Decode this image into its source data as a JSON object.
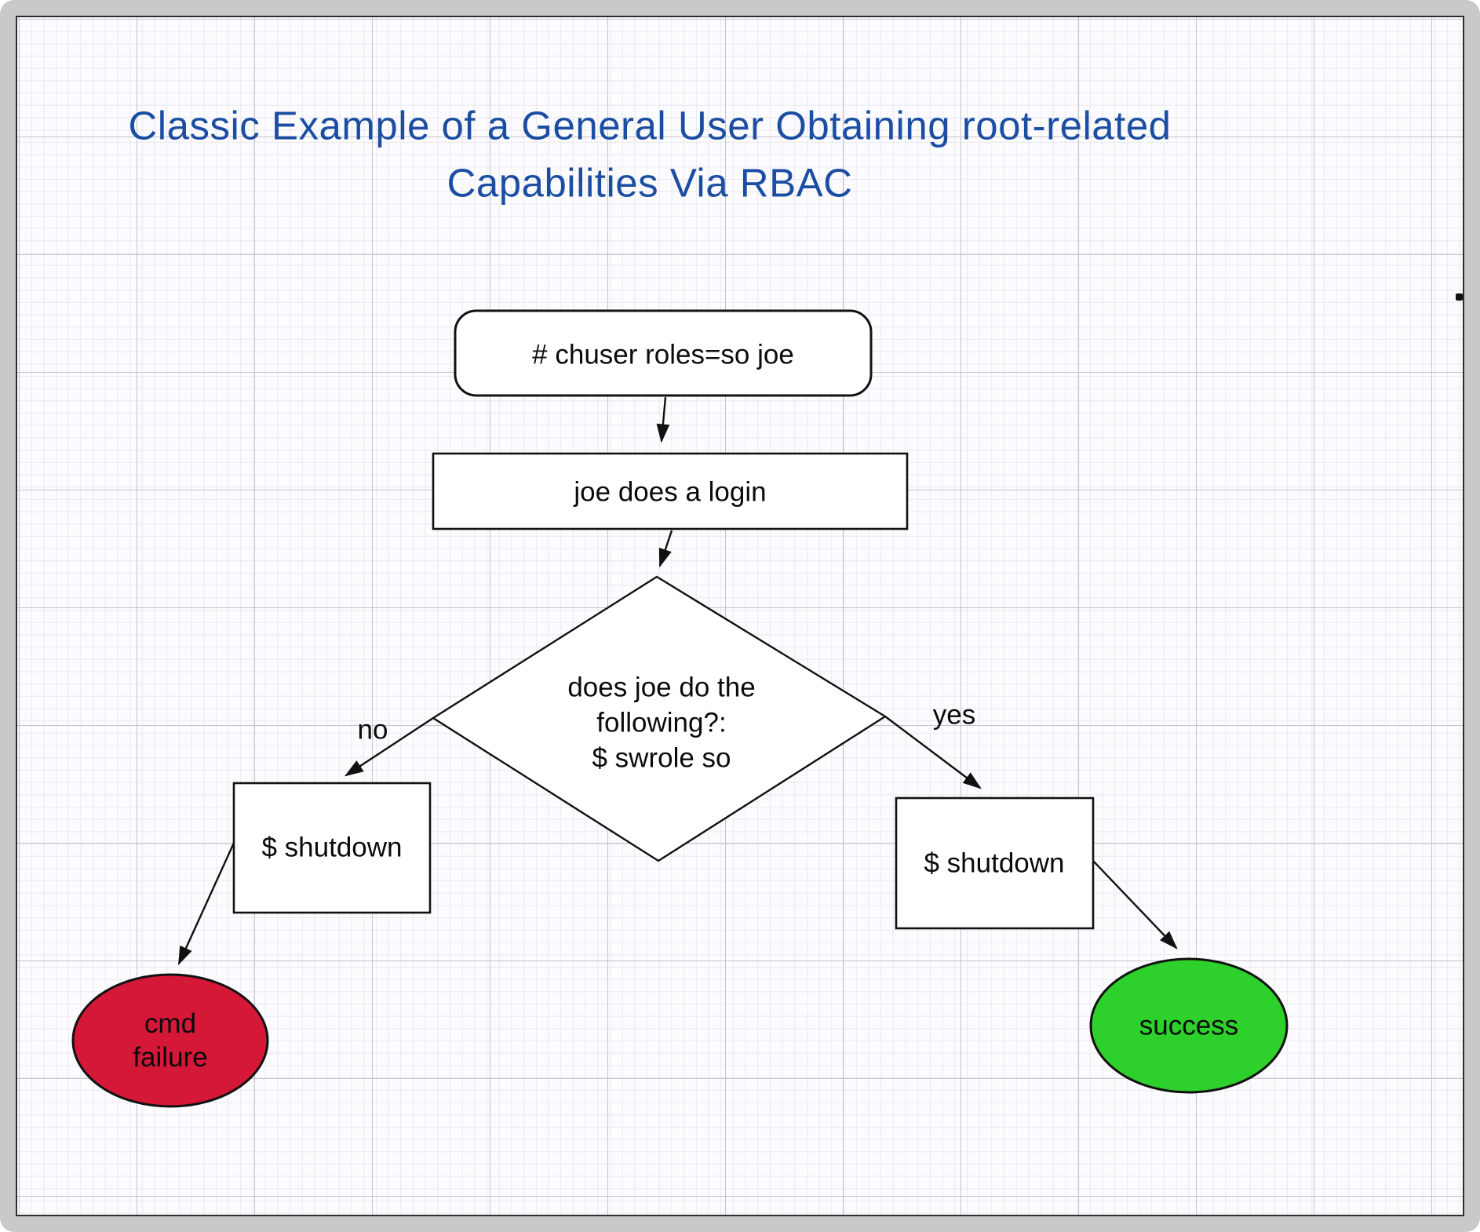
{
  "title": {
    "line1": "Classic Example of a General User Obtaining root-related",
    "line2": "Capabilities Via RBAC"
  },
  "nodes": {
    "start": {
      "type": "terminator",
      "label": "# chuser roles=so joe"
    },
    "login": {
      "type": "process",
      "label": "joe does a login"
    },
    "decision": {
      "type": "decision",
      "line1": "does joe do the",
      "line2": "following?:",
      "line3": "$ swrole so"
    },
    "shutdown_no": {
      "type": "process",
      "label": "$ shutdown"
    },
    "shutdown_yes": {
      "type": "process",
      "label": "$ shutdown"
    },
    "failure": {
      "type": "ellipse",
      "line1": "cmd",
      "line2": "failure"
    },
    "success": {
      "type": "ellipse",
      "label": "success"
    }
  },
  "edges": {
    "no_label": "no",
    "yes_label": "yes"
  },
  "colors": {
    "title_blue": "#1b4ea3",
    "failure_red": "#d51738",
    "success_green": "#2ed02c",
    "frame_gray": "#c9c9c9",
    "shape_stroke": "#111111",
    "shape_fill": "#ffffff"
  }
}
